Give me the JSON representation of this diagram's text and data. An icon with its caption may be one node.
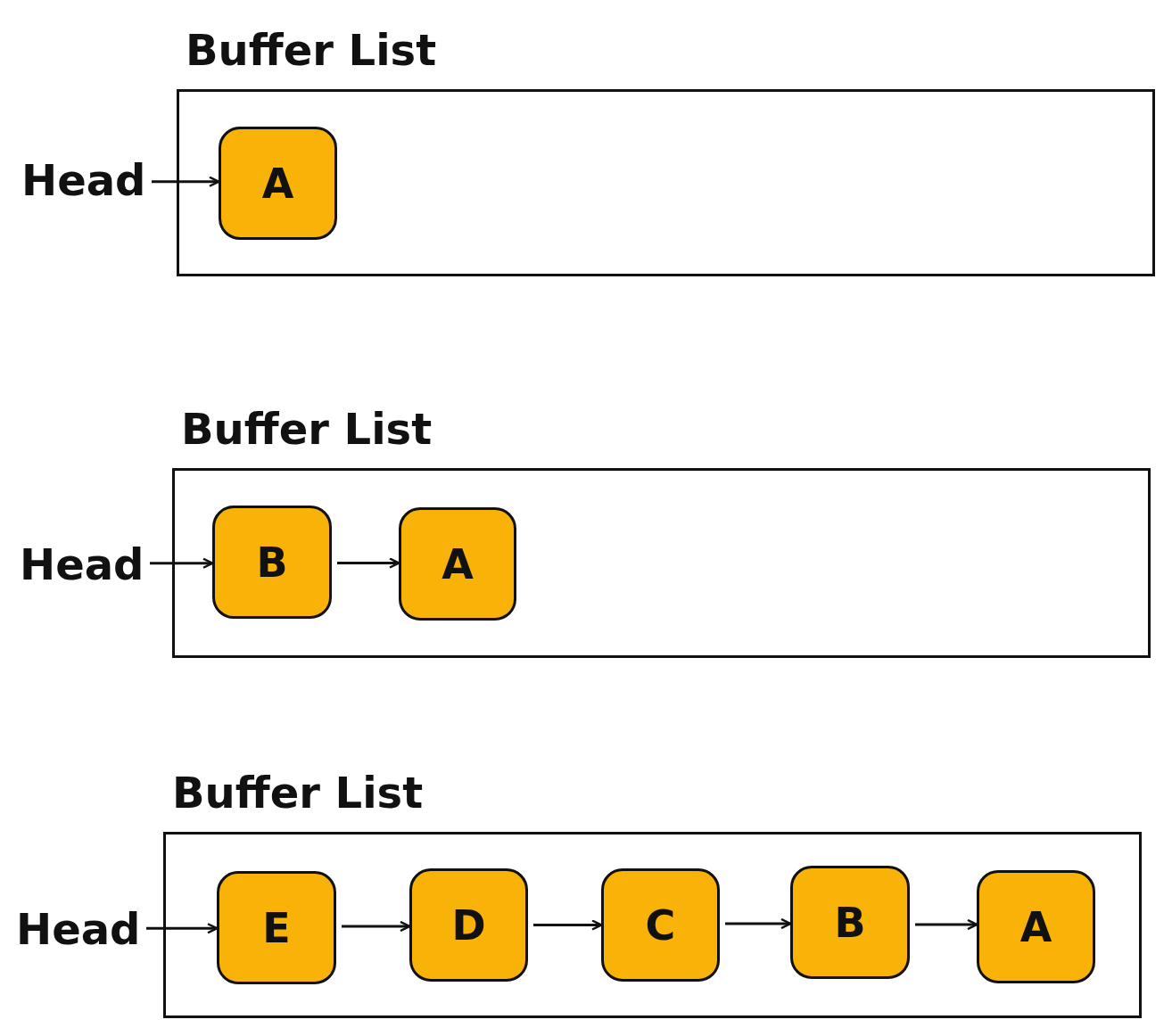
{
  "diagram": {
    "nodes": [
      {
        "text": [
          "Buffer List"
        ]
      },
      {
        "text": [
          "Head"
        ]
      },
      {
        "text": [
          "A"
        ],
        "in": 0
      },
      {
        "text": [
          "Buffer List"
        ]
      },
      {
        "text": [
          "Head"
        ]
      },
      {
        "text": [
          "B"
        ],
        "in": 3
      },
      {
        "text": [
          "A"
        ],
        "in": 3
      },
      {
        "text": [
          "Buffer List"
        ]
      },
      {
        "text": [
          "Head"
        ]
      },
      {
        "text": [
          "E"
        ],
        "in": 7
      },
      {
        "text": [
          "D"
        ],
        "in": 7
      },
      {
        "text": [
          "C"
        ],
        "in": 7
      },
      {
        "text": [
          "B"
        ],
        "in": 7
      },
      {
        "text": [
          "A"
        ],
        "in": 7
      }
    ],
    "edges": [
      {
        "from": 1,
        "to": 2,
        "arrow": "to"
      },
      {
        "from": 4,
        "to": 5,
        "arrow": "to"
      },
      {
        "from": 5,
        "to": 6,
        "arrow": "to"
      },
      {
        "from": 8,
        "to": 9,
        "arrow": "to"
      },
      {
        "from": 9,
        "to": 10,
        "arrow": "to"
      },
      {
        "from": 10,
        "to": 11,
        "arrow": "to"
      },
      {
        "from": 11,
        "to": 12,
        "arrow": "to"
      },
      {
        "from": 12,
        "to": 13,
        "arrow": "to"
      }
    ]
  }
}
